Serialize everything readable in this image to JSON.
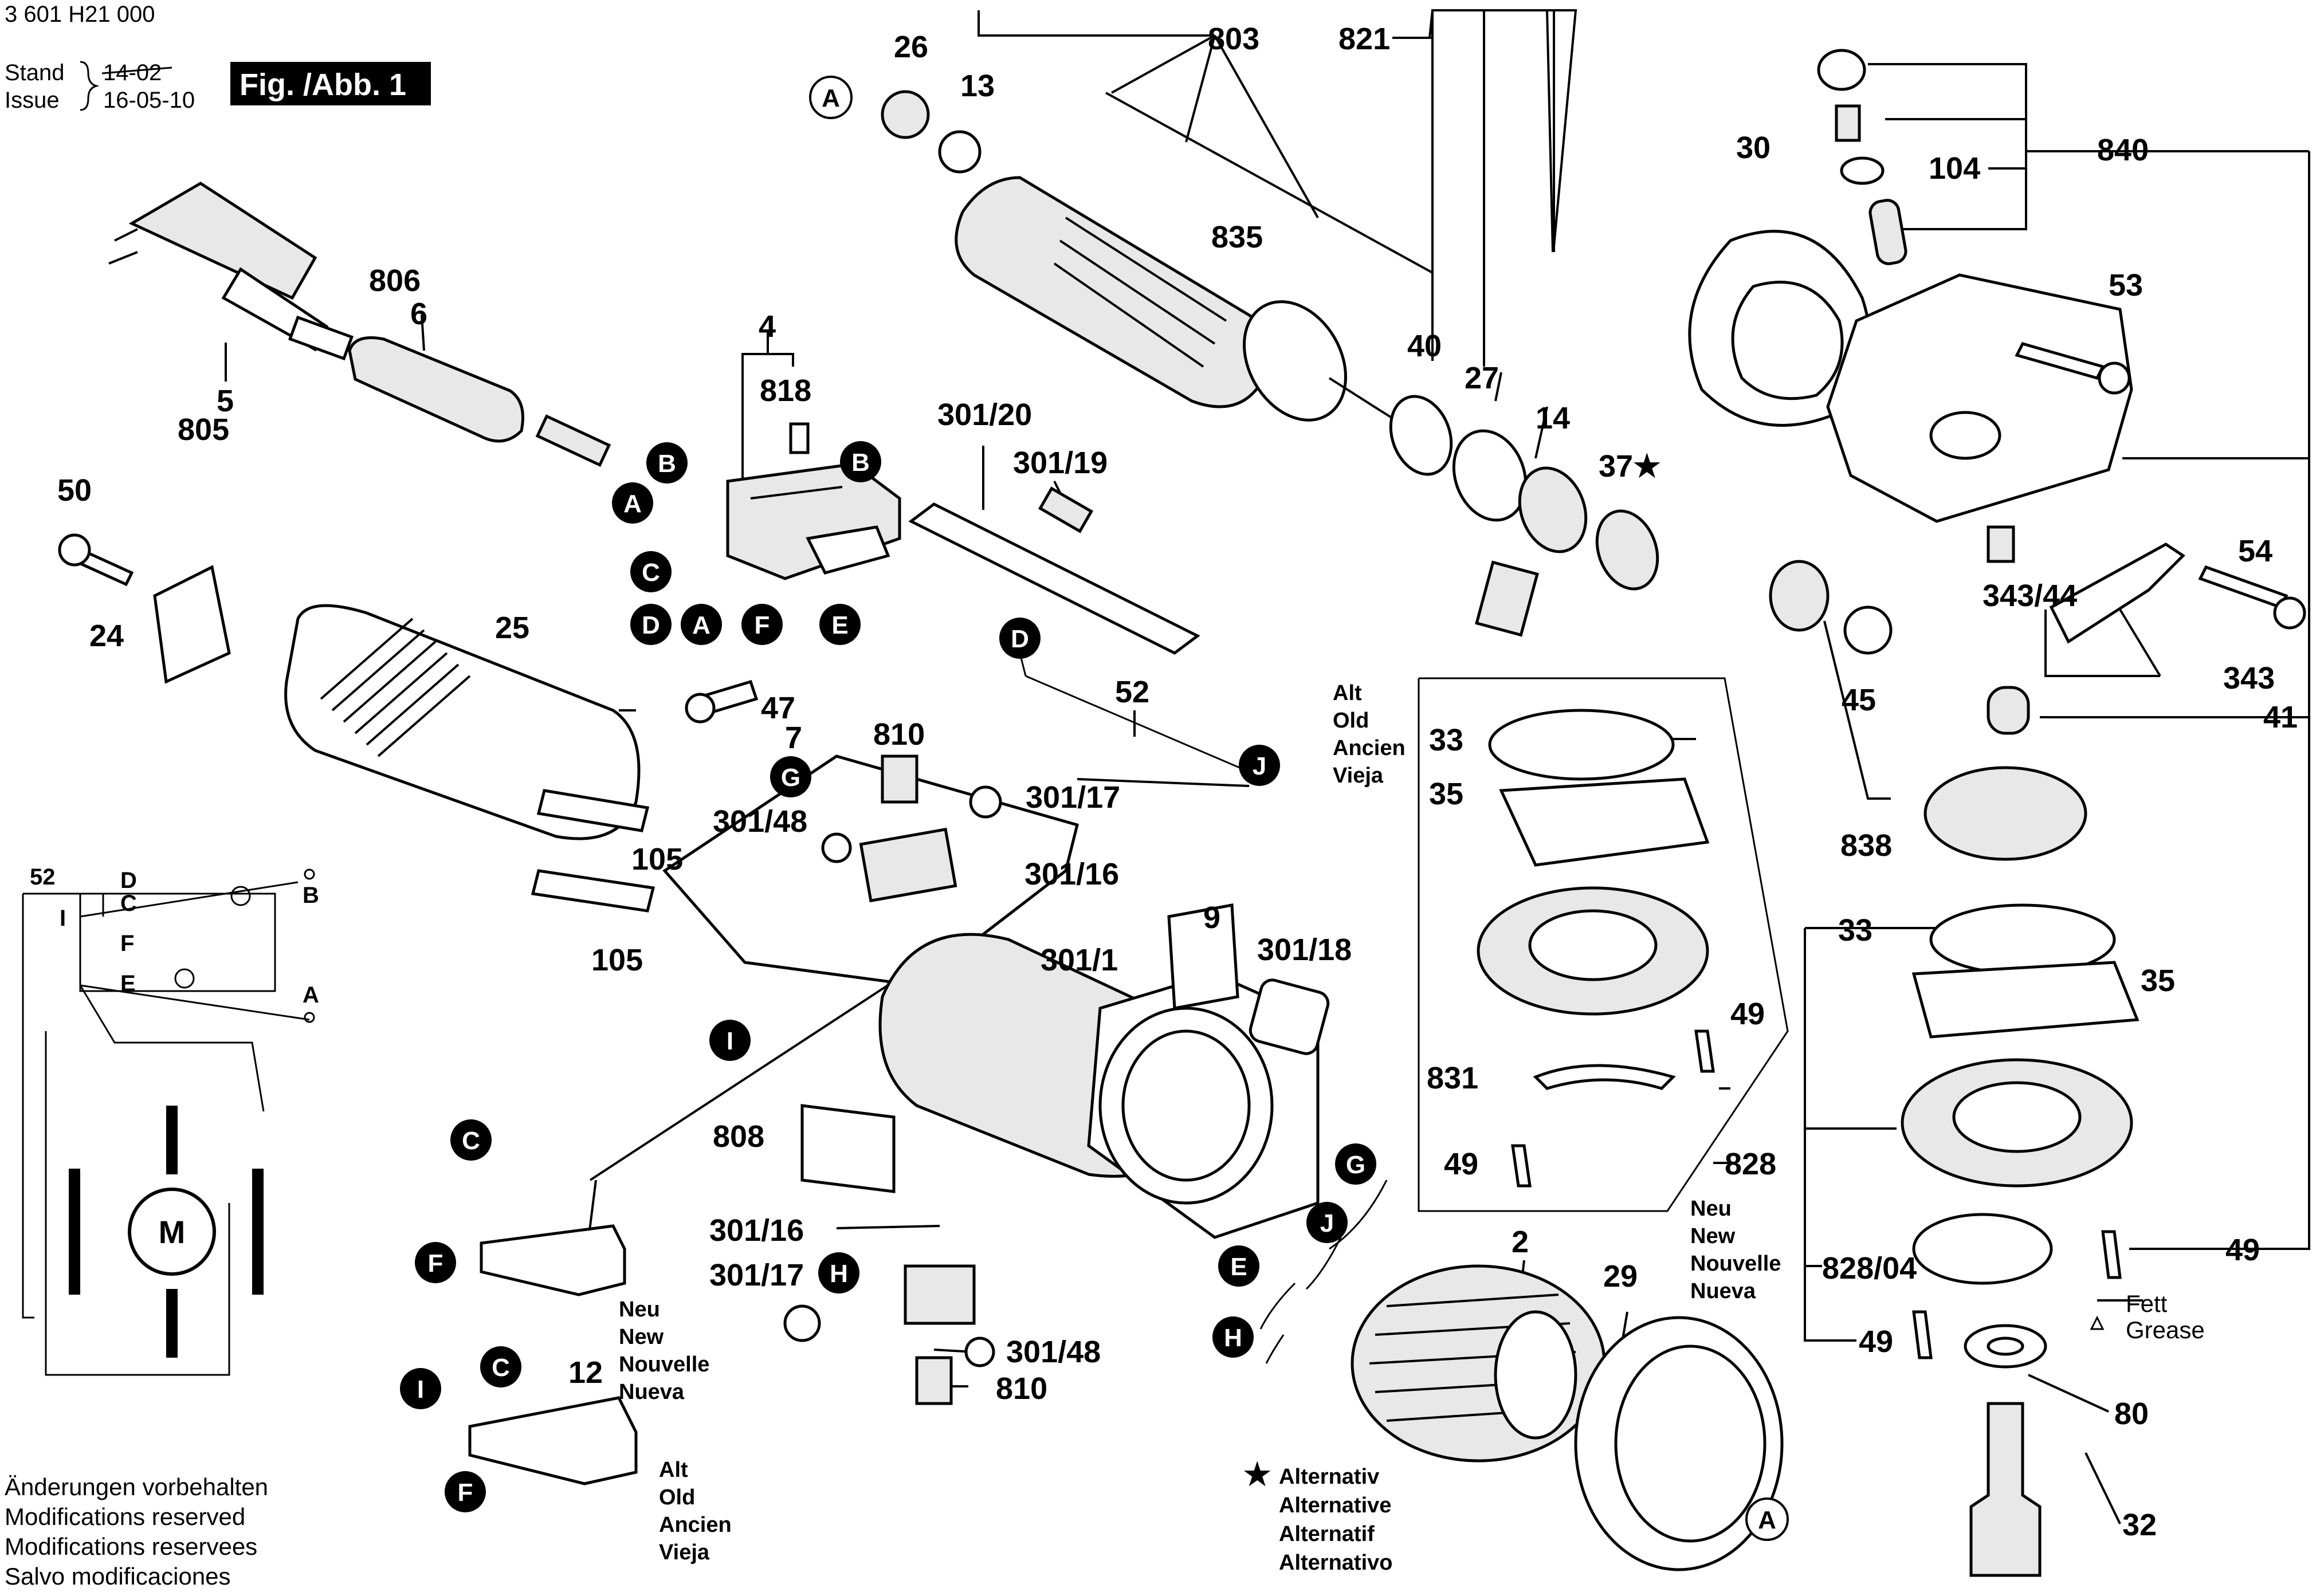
{
  "header": {
    "doc_number": "3 601 H21 000",
    "stand_label": "Stand",
    "issue_label": "Issue",
    "stand_date_struck": "14-02",
    "issue_date": "16-05-10",
    "figure_label": "Fig. /Abb. 1"
  },
  "footer_notes": [
    "Änderungen vorbehalten",
    "Modifications reserved",
    "Modifications reservees",
    "Salvo modificaciones"
  ],
  "alternative_note": {
    "symbol": "★",
    "lines": [
      "Alternativ",
      "Alternative",
      "Alternatif",
      "Alternativo"
    ]
  },
  "old_labels": [
    "Alt",
    "Old",
    "Ancien",
    "Vieja"
  ],
  "new_labels": [
    "Neu",
    "New",
    "Nouvelle",
    "Nueva"
  ],
  "grease_labels": [
    "Fett",
    "Grease"
  ],
  "part_numbers": {
    "p26": "26",
    "p13": "13",
    "p803": "803",
    "p821": "821",
    "p30": "30",
    "p840": "840",
    "p104": "104",
    "p835": "835",
    "p806": "806",
    "p6": "6",
    "p5": "5",
    "p805": "805",
    "p4": "4",
    "p818": "818",
    "p301_20": "301/20",
    "p301_19": "301/19",
    "p40": "40",
    "p27": "27",
    "p14": "14",
    "p37": "37★",
    "p53": "53",
    "p50": "50",
    "p24": "24",
    "p25": "25",
    "p54": "54",
    "p343_44": "343/44",
    "p343": "343",
    "p41": "41",
    "p45": "45",
    "p47": "47",
    "p7": "7",
    "p810a": "810",
    "p301_17a": "301/17",
    "p301_48a": "301/48",
    "p301_16a": "301/16",
    "p52": "52",
    "p105a": "105",
    "p105b": "105",
    "p33a": "33",
    "p35a": "35",
    "p838": "838",
    "p9": "9",
    "p301_1": "301/1",
    "p301_18": "301/18",
    "p49a": "49",
    "p831": "831",
    "p49b": "49",
    "p33b": "33",
    "p35b": "35",
    "p808": "808",
    "p828": "828",
    "p828_04": "828/04",
    "p49c": "49",
    "p49d": "49",
    "p80": "80",
    "p32": "32",
    "p2": "2",
    "p29": "29",
    "p12": "12",
    "p301_16b": "301/16",
    "p301_17b": "301/17",
    "p301_48b": "301/48",
    "p810b": "810"
  },
  "wiring": {
    "label_52": "52",
    "terminals": [
      "D",
      "C",
      "B",
      "I",
      "F",
      "E",
      "A"
    ],
    "motor": "M"
  },
  "connector_markers": [
    "A",
    "B",
    "C",
    "D",
    "E",
    "F",
    "G",
    "H",
    "I",
    "J"
  ]
}
